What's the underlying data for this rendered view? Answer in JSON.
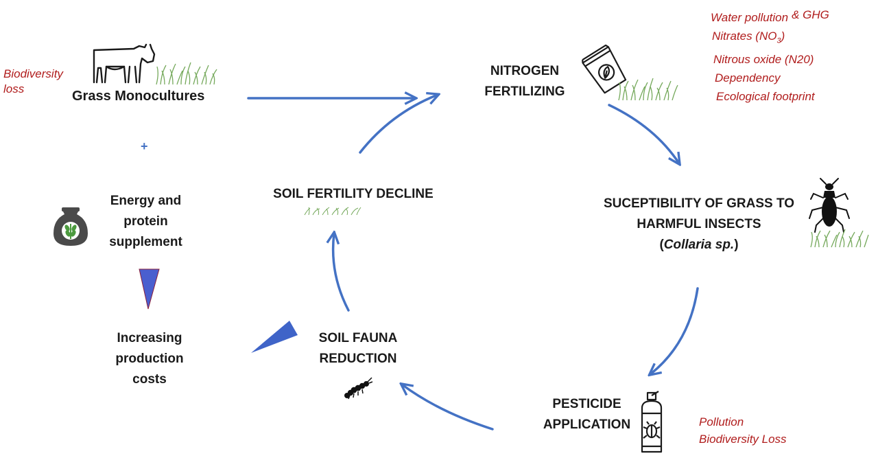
{
  "left": {
    "biodiversity_loss": [
      "Biodiversity",
      "loss"
    ],
    "grass_monocultures": "Grass Monocultures",
    "plus": "+",
    "supplement": [
      "Energy and",
      "protein",
      "supplement"
    ],
    "costs": [
      "Increasing",
      "production",
      "costs"
    ]
  },
  "cycle": {
    "nitrogen": [
      "NITROGEN",
      "FERTILIZING"
    ],
    "susceptibility": [
      "SUCEPTIBILITY OF GRASS TO",
      "HARMFUL INSECTS"
    ],
    "collaria": "Collaria sp.",
    "pesticide": [
      "PESTICIDE",
      "APPLICATION"
    ],
    "soil_fauna": [
      "SOIL FAUNA",
      "REDUCTION"
    ],
    "soil_fertility": "SOIL FERTILITY DECLINE"
  },
  "impacts": {
    "nitrogen_line1": "Water pollution",
    "nitrogen_ghg": "& GHG",
    "nitrates_prefix": "Nitrates (NO",
    "nitrates_sub": "3",
    "nitrates_suffix": ")",
    "nitrous": "Nitrous oxide (N20)",
    "dependency": "Dependency",
    "footprint": "Ecological footprint",
    "pesticide": [
      "Pollution",
      "Biodiversity Loss"
    ]
  },
  "colors": {
    "arrow": "#4472c4",
    "impact_text": "#b01c1c",
    "text": "#1a1a1a"
  },
  "icons": [
    "cow-icon",
    "grass-icon",
    "fertilizer-bag-icon",
    "supplement-sack-icon",
    "insect-icon",
    "spray-can-icon",
    "larva-icon"
  ]
}
